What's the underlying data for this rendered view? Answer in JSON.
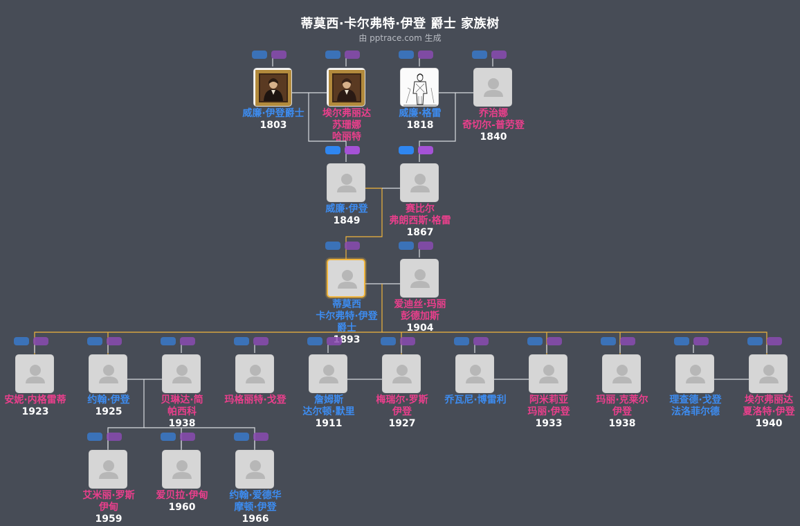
{
  "header": {
    "title": "蒂莫西·卡尔弗特·伊登 爵士 家族树",
    "subtitle": "由 pptrace.com 生成"
  },
  "colors": {
    "background": "#474c56",
    "male": "#3d8cf0",
    "female": "#ea3f8c",
    "highlight_line": "#f1b53c",
    "line": "#d9dbe0"
  },
  "people": [
    {
      "id": "p1",
      "name_lines": [
        "威廉·伊登爵士"
      ],
      "year": "1803",
      "gender": "male",
      "photo": "portrait-man-icon",
      "tags_active": false
    },
    {
      "id": "p2",
      "name_lines": [
        "埃尔弗丽达",
        "苏珊娜",
        "哈丽特"
      ],
      "year": "",
      "gender": "female",
      "photo": "portrait-woman-icon",
      "tags_active": false
    },
    {
      "id": "p3",
      "name_lines": [
        "威廉·格雷"
      ],
      "year": "1818",
      "gender": "male",
      "photo": "engraving-man-icon",
      "tags_active": false
    },
    {
      "id": "p4",
      "name_lines": [
        "乔治娜",
        "奇切尔-普劳登"
      ],
      "year": "1840",
      "gender": "female",
      "photo": "person-icon",
      "tags_active": false
    },
    {
      "id": "p5",
      "name_lines": [
        "威廉·伊登"
      ],
      "year": "1849",
      "gender": "male",
      "photo": "person-icon",
      "tags_active": true
    },
    {
      "id": "p6",
      "name_lines": [
        "赛比尔",
        "弗朗西斯·格雷"
      ],
      "year": "1867",
      "gender": "female",
      "photo": "person-icon",
      "tags_active": true
    },
    {
      "id": "p7",
      "name_lines": [
        "蒂莫西",
        "卡尔弗特·伊登",
        "爵士"
      ],
      "year": "1893",
      "gender": "male",
      "photo": "person-icon",
      "focus": true,
      "tags_active": false
    },
    {
      "id": "p8",
      "name_lines": [
        "爱迪丝·玛丽",
        "彭德加斯"
      ],
      "year": "1904",
      "gender": "female",
      "photo": "person-icon",
      "tags_active": false
    },
    {
      "id": "c1",
      "name_lines": [
        "安妮·内格雷蒂"
      ],
      "year": "1923",
      "gender": "female",
      "photo": "person-icon",
      "tags_active": false
    },
    {
      "id": "c2",
      "name_lines": [
        "约翰·伊登"
      ],
      "year": "1925",
      "gender": "male",
      "photo": "person-icon",
      "tags_active": false
    },
    {
      "id": "c3",
      "name_lines": [
        "贝琳达·简",
        "帕西科"
      ],
      "year": "1938",
      "gender": "female",
      "photo": "person-icon",
      "tags_active": false
    },
    {
      "id": "c4",
      "name_lines": [
        "玛格丽特·戈登"
      ],
      "year": "",
      "gender": "female",
      "photo": "person-icon",
      "tags_active": false
    },
    {
      "id": "c5",
      "name_lines": [
        "詹姆斯",
        "达尔顿·默里"
      ],
      "year": "1911",
      "gender": "male",
      "photo": "person-icon",
      "tags_active": false
    },
    {
      "id": "c6",
      "name_lines": [
        "梅瑞尔·罗斯",
        "伊登"
      ],
      "year": "1927",
      "gender": "female",
      "photo": "person-icon",
      "tags_active": false
    },
    {
      "id": "c7",
      "name_lines": [
        "乔瓦尼·博雷利"
      ],
      "year": "",
      "gender": "male",
      "photo": "person-icon",
      "tags_active": false
    },
    {
      "id": "c8",
      "name_lines": [
        "阿米莉亚",
        "玛丽·伊登"
      ],
      "year": "1933",
      "gender": "female",
      "photo": "person-icon",
      "tags_active": false
    },
    {
      "id": "c9",
      "name_lines": [
        "玛丽·克莱尔",
        "伊登"
      ],
      "year": "1938",
      "gender": "female",
      "photo": "person-icon",
      "tags_active": false
    },
    {
      "id": "c10",
      "name_lines": [
        "理查德·戈登",
        "法洛菲尔德"
      ],
      "year": "",
      "gender": "male",
      "photo": "person-icon",
      "tags_active": false
    },
    {
      "id": "c11",
      "name_lines": [
        "埃尔弗丽达",
        "夏洛特·伊登"
      ],
      "year": "1940",
      "gender": "female",
      "photo": "person-icon",
      "tags_active": false
    },
    {
      "id": "g1",
      "name_lines": [
        "艾米丽·罗斯",
        "伊甸"
      ],
      "year": "1959",
      "gender": "female",
      "photo": "person-icon",
      "tags_active": false
    },
    {
      "id": "g2",
      "name_lines": [
        "爱贝拉·伊甸"
      ],
      "year": "1960",
      "gender": "female",
      "photo": "person-icon",
      "tags_active": false
    },
    {
      "id": "g3",
      "name_lines": [
        "约翰·爱德华",
        "摩顿·伊登"
      ],
      "year": "1966",
      "gender": "male",
      "photo": "person-icon",
      "tags_active": false
    }
  ]
}
